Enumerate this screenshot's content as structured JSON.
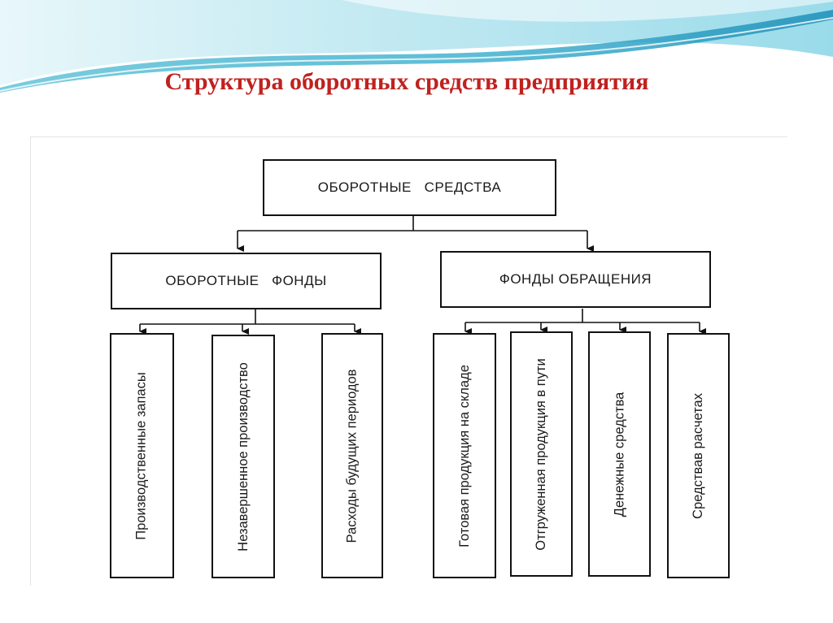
{
  "slide_title": "Структура оборотных средств предприятия",
  "colors": {
    "title": "#c0211f",
    "wave_light": "#d7f1f6",
    "wave_mid": "#7fd0e0",
    "wave_dark": "#2a9fc0",
    "box_border": "#111111"
  },
  "diagram": {
    "root": "ОБОРОТНЫЕ   СРЕДСТВА",
    "groups": [
      {
        "label": "ОБОРОТНЫЕ   ФОНДЫ",
        "items": [
          "Производственные  запасы",
          "Незавершенное  производство",
          "Расходы будущих  периодов"
        ]
      },
      {
        "label": "ФОНДЫ ОБРАЩЕНИЯ",
        "items": [
          "Готовая продукция на складе",
          "Отгруженная продукция в пути",
          "Денежные средства",
          "Средствав расчетах"
        ]
      }
    ]
  }
}
